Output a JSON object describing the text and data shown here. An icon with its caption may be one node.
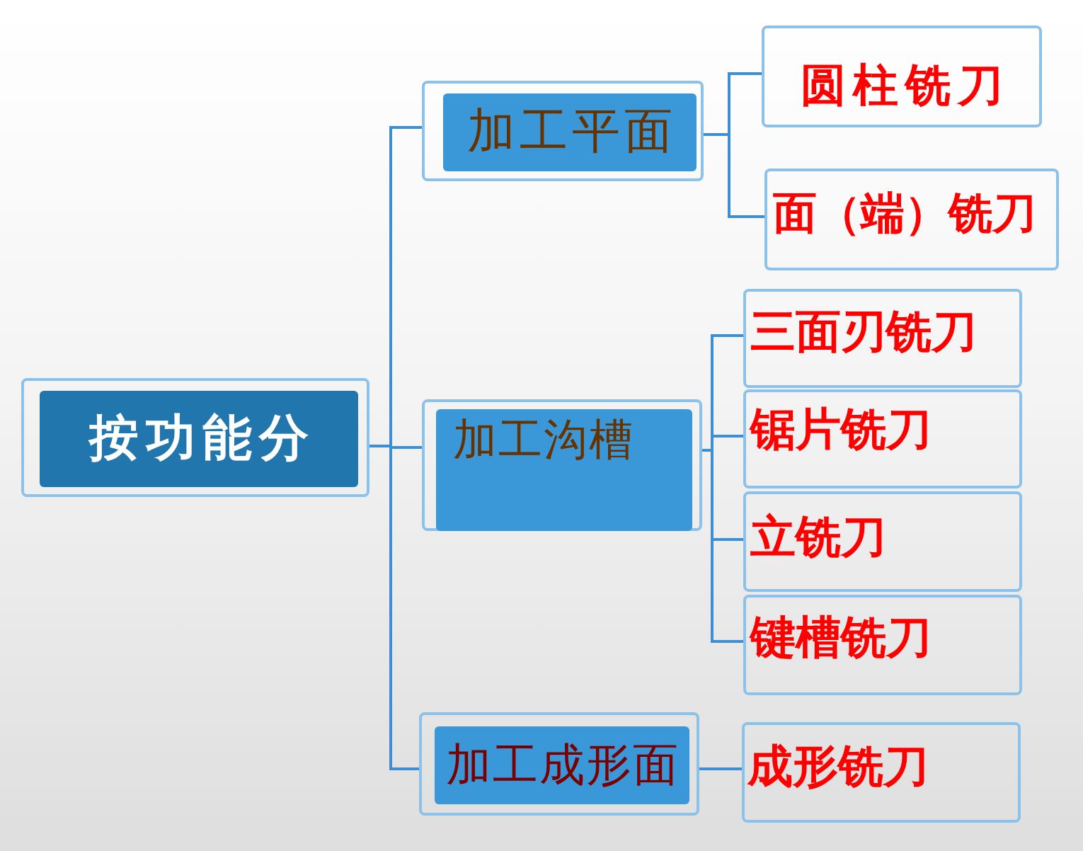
{
  "diagram": {
    "nodes": [
      {
        "text": [
          "按功能分"
        ]
      },
      {
        "text": [
          "加工平面"
        ]
      },
      {
        "text": [
          "圆柱铣刀"
        ]
      },
      {
        "text": [
          "面（端）铣刀"
        ]
      },
      {
        "text": [
          "加工沟槽"
        ]
      },
      {
        "text": [
          "三面刃铣刀"
        ]
      },
      {
        "text": [
          "锯片铣刀"
        ]
      },
      {
        "text": [
          "立铣刀"
        ]
      },
      {
        "text": [
          "键槽铣刀"
        ]
      },
      {
        "text": [
          "加工成形面"
        ]
      },
      {
        "text": [
          "成形铣刀"
        ]
      }
    ],
    "edges": [
      {
        "from": 0,
        "to": 1,
        "arrow": "none"
      },
      {
        "from": 0,
        "to": 4,
        "arrow": "none"
      },
      {
        "from": 0,
        "to": 9,
        "arrow": "none"
      },
      {
        "from": 1,
        "to": 2,
        "arrow": "none"
      },
      {
        "from": 1,
        "to": 3,
        "arrow": "none"
      },
      {
        "from": 4,
        "to": 5,
        "arrow": "none"
      },
      {
        "from": 4,
        "to": 6,
        "arrow": "none"
      },
      {
        "from": 4,
        "to": 7,
        "arrow": "none"
      },
      {
        "from": 4,
        "to": 8,
        "arrow": "none"
      },
      {
        "from": 9,
        "to": 10,
        "arrow": "none"
      }
    ]
  }
}
